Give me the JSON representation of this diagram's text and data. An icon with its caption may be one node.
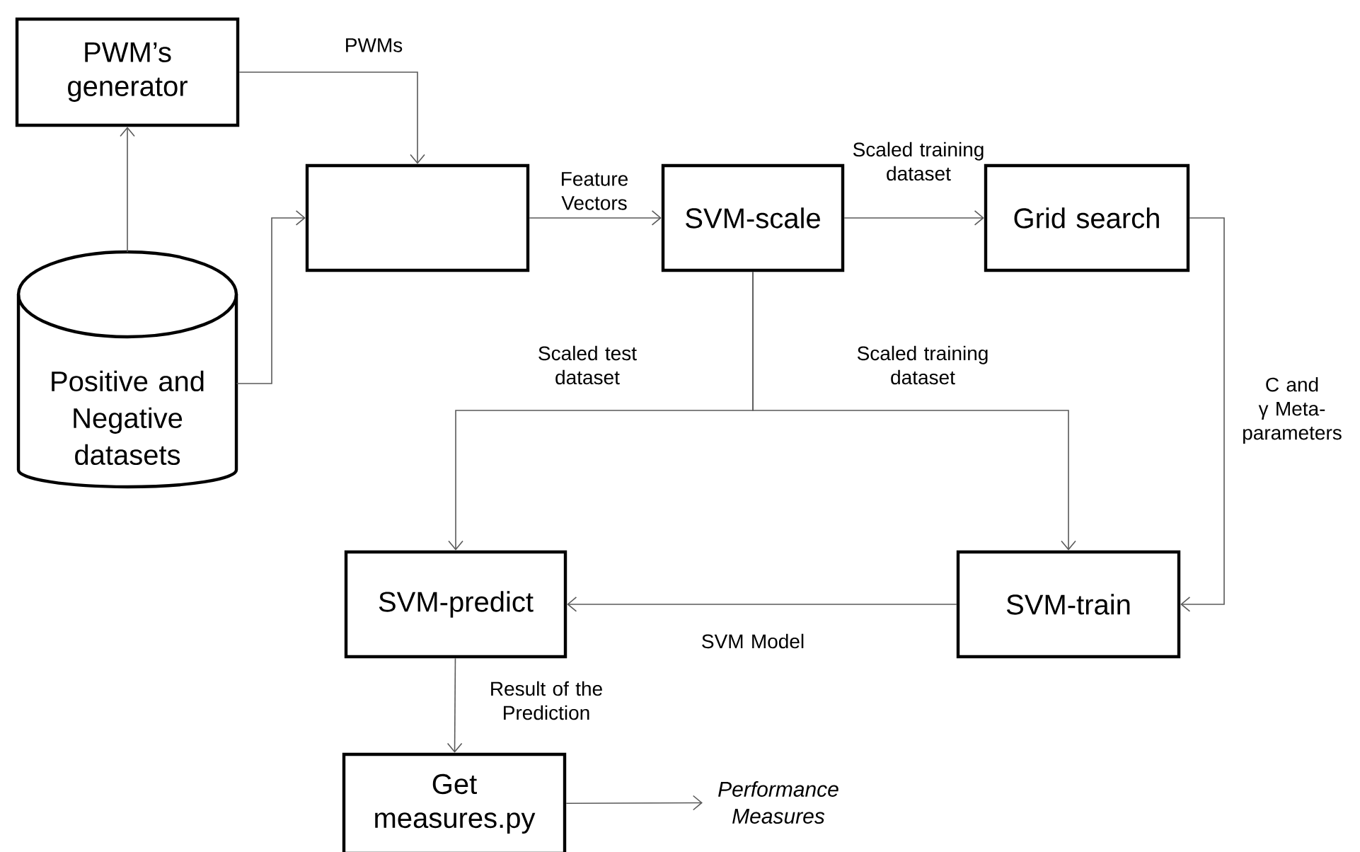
{
  "diagram": {
    "nodes": [
      {
        "text": [
          "PWM’s generator"
        ]
      },
      {
        "text": [
          "Positive and Negative datasets"
        ]
      },
      {
        "text": [],
        "shape": "box"
      },
      {
        "text": [
          "SVM-scale"
        ]
      },
      {
        "text": [
          "Grid search"
        ]
      },
      {
        "text": [
          "SVM-predict"
        ]
      },
      {
        "text": [
          "SVM-train"
        ]
      },
      {
        "text": [
          "Get measures.py"
        ]
      },
      {
        "text": [
          "Performance Measures"
        ]
      }
    ],
    "edges": [
      {
        "from": 1,
        "to": 0,
        "arrow": "to"
      },
      {
        "from": 0,
        "to": 2,
        "arrow": "to",
        "label": "PWMs"
      },
      {
        "from": 1,
        "to": 2,
        "arrow": "to"
      },
      {
        "from": 2,
        "to": 3,
        "arrow": "to",
        "label": "Feature Vectors"
      },
      {
        "from": 3,
        "to": 4,
        "arrow": "to",
        "label": "Scaled training dataset"
      },
      {
        "from": 3,
        "to": 5,
        "arrow": "to",
        "label": "Scaled test dataset"
      },
      {
        "from": 3,
        "to": 6,
        "arrow": "to",
        "label": "Scaled training dataset"
      },
      {
        "from": 4,
        "to": 6,
        "arrow": "to",
        "label": "C and γ Meta-parameters"
      },
      {
        "from": 6,
        "to": 5,
        "arrow": "to",
        "label": "SVM Model"
      },
      {
        "from": 5,
        "to": 7,
        "arrow": "to",
        "label": "Result of the Prediction"
      },
      {
        "from": 7,
        "to": 8,
        "arrow": "to"
      }
    ]
  }
}
